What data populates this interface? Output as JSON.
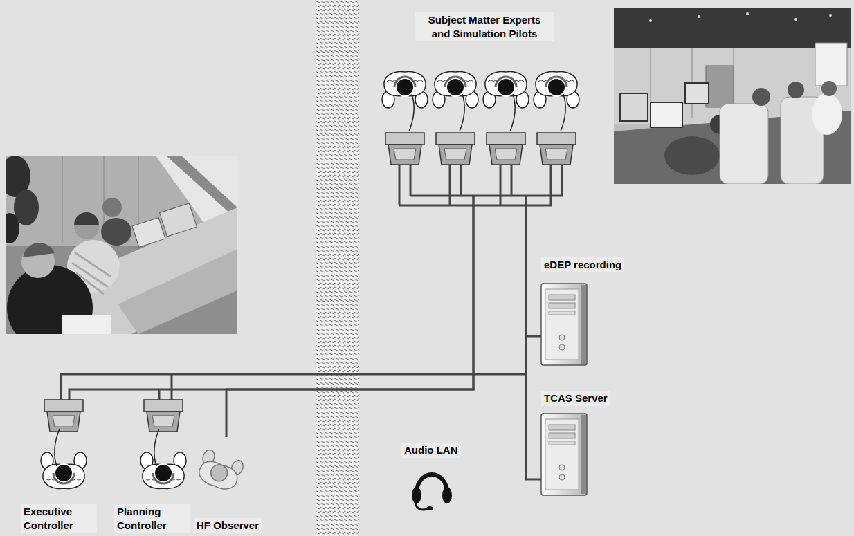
{
  "diagram": {
    "nodes": [
      {
        "text": [
          "Subject Matter Experts and Simulation Pilots"
        ]
      },
      {
        "text": [
          "eDEP recording"
        ]
      },
      {
        "text": [
          "TCAS Server"
        ]
      },
      {
        "text": [
          "Audio LAN"
        ]
      },
      {
        "text": [
          "Executive Controller"
        ]
      },
      {
        "text": [
          "Planning Controller"
        ]
      },
      {
        "text": [
          "HF Observer"
        ]
      }
    ],
    "edges": [
      {
        "from": 4,
        "to": 0,
        "arrow": "none"
      },
      {
        "from": 5,
        "to": 0,
        "arrow": "none"
      },
      {
        "from": 6,
        "to": 0,
        "arrow": "none"
      },
      {
        "from": 0,
        "to": 1,
        "arrow": "none"
      },
      {
        "from": 0,
        "to": 2,
        "arrow": "none"
      }
    ]
  }
}
